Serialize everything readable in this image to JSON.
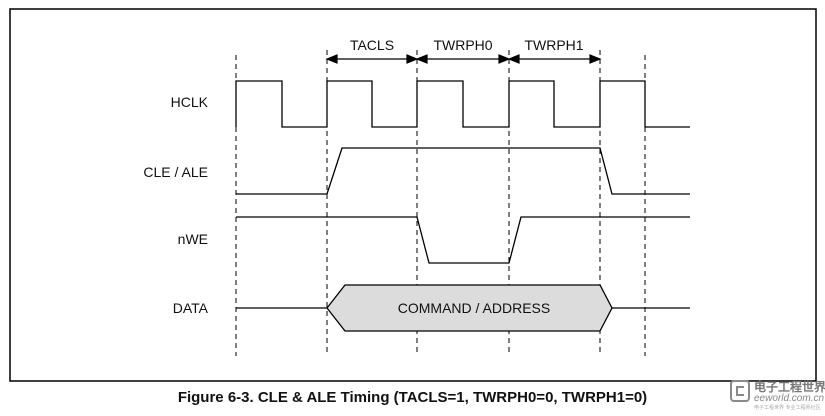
{
  "signals": [
    {
      "id": "hclk",
      "label": "HCLK"
    },
    {
      "id": "cle_ale",
      "label": "CLE / ALE"
    },
    {
      "id": "nwe",
      "label": "nWE"
    },
    {
      "id": "data",
      "label": "DATA"
    }
  ],
  "phases": [
    {
      "id": "tacls",
      "label": "TACLS",
      "value": 1
    },
    {
      "id": "twrph0",
      "label": "TWRPH0",
      "value": 0
    },
    {
      "id": "twrph1",
      "label": "TWRPH1",
      "value": 0
    }
  ],
  "bus_label": "COMMAND / ADDRESS",
  "caption": "Figure 6-3. CLE & ALE Timing (TACLS=1, TWRPH0=0, TWRPH1=0)",
  "watermark": {
    "name_cn": "电子工程世界",
    "site": "eeworld.com.cn",
    "tagline": "电子工程世界 专业工程师社区"
  },
  "colors": {
    "line": "#000000",
    "bus_fill": "#dcdcdc",
    "border": "#000000"
  }
}
